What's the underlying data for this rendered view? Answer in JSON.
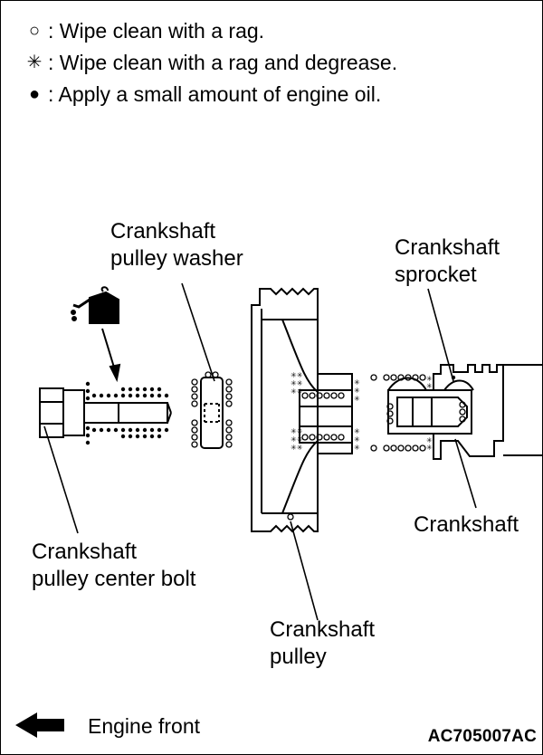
{
  "legend": [
    {
      "symbol": "○",
      "icon": "open-circle-icon",
      "text": ": Wipe clean with a rag."
    },
    {
      "symbol": "✳",
      "icon": "asterisk-icon",
      "text": ": Wipe clean with a rag and degrease."
    },
    {
      "symbol": "●",
      "icon": "filled-dot-icon",
      "text": ": Apply a small amount of engine oil."
    }
  ],
  "labels": {
    "washer": [
      "Crankshaft",
      "pulley washer"
    ],
    "sprocket": [
      "Crankshaft",
      "sprocket"
    ],
    "crankshaft": "Crankshaft",
    "bolt": [
      "Crankshaft",
      "pulley center bolt"
    ],
    "pulley": [
      "Crankshaft",
      "pulley"
    ]
  },
  "footer": {
    "engine_front": "Engine front",
    "figure_code": "AC705007AC"
  },
  "icons": [
    "oil-can-icon",
    "left-arrow-icon"
  ]
}
